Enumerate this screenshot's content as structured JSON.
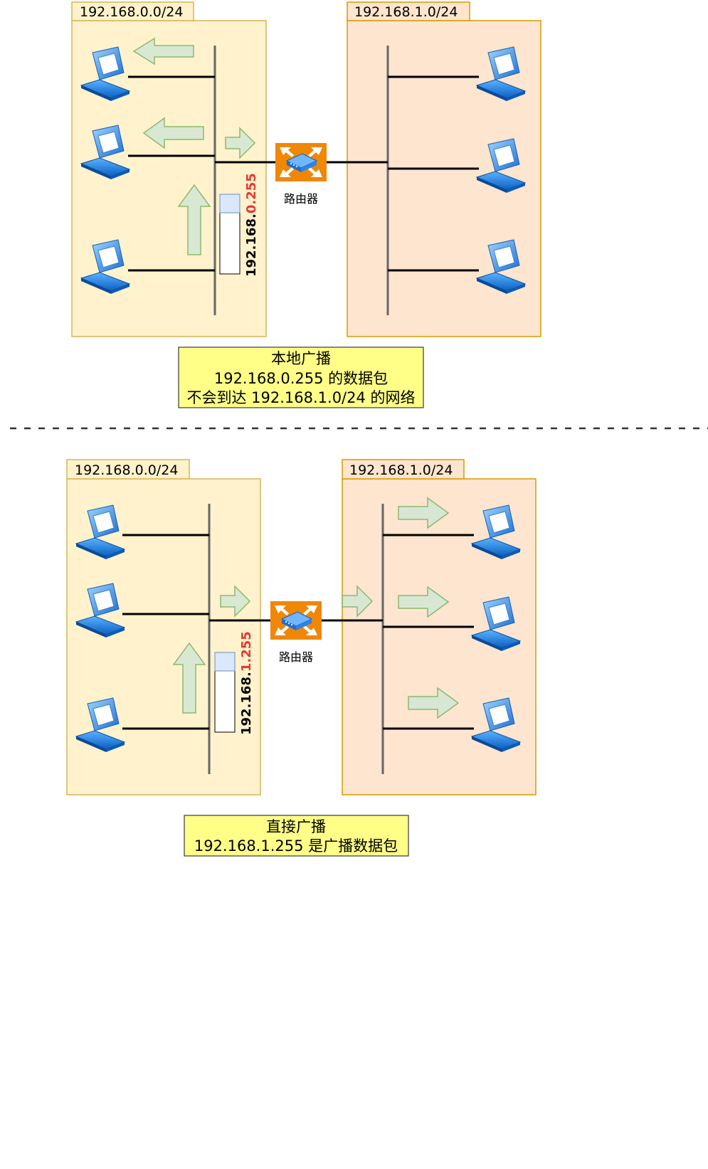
{
  "colors": {
    "subnet_a_fill": "#fff2cc",
    "subnet_a_stroke": "#d6b656",
    "subnet_b_fill": "#fde5cf",
    "subnet_b_stroke": "#d79b00",
    "note_fill": "#ffff88",
    "note_stroke": "#36393d",
    "arrow_fill": "#d5e8d4",
    "arrow_stroke": "#82b366",
    "router_fill": "#f08705",
    "highlight": "#e53935",
    "packet_head": "#dae8fc",
    "packet_head_stroke": "#6c8ebf",
    "bus": "#666666",
    "dashed": "#333333"
  },
  "icons": {
    "host": "laptop-icon",
    "router": "router-icon",
    "arrow": "arrow-icon"
  },
  "diagrams": [
    {
      "id": "local",
      "subnet_left_label": "192.168.0.0/24",
      "subnet_right_label": "192.168.1.0/24",
      "router_label": "路由器",
      "packet_ip_prefix": "192.168.",
      "packet_ip_suffix": "0.255",
      "note_lines": [
        "本地广播",
        "192.168.0.255 的数据包",
        "不会到达 192.168.1.0/24 的网络"
      ]
    },
    {
      "id": "direct",
      "subnet_left_label": "192.168.0.0/24",
      "subnet_right_label": "192.168.1.0/24",
      "router_label": "路由器",
      "packet_ip_prefix": "192.168.",
      "packet_ip_suffix": "1.255",
      "note_lines": [
        "直接广播",
        "192.168.1.255 是广播数据包"
      ]
    }
  ]
}
